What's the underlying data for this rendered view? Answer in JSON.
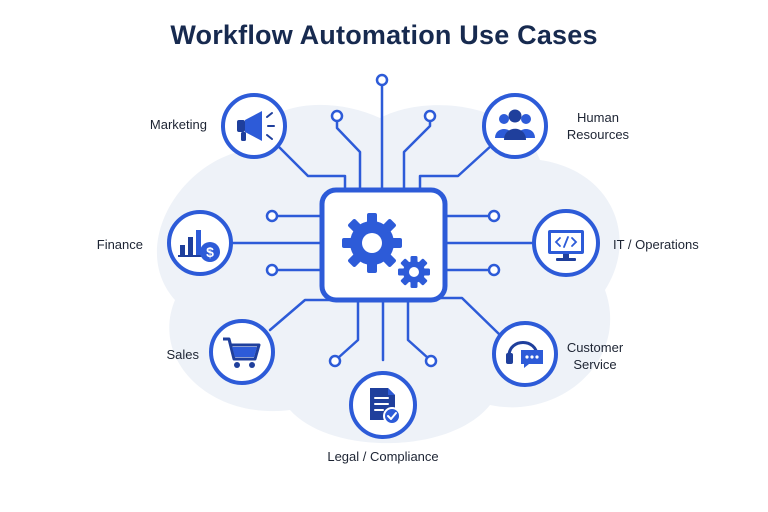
{
  "title": "Workflow Automation Use Cases",
  "colors": {
    "primary": "#2d5bd8",
    "primary_dark": "#1f3f9c",
    "background_blob": "#eef2f8",
    "text": "#1d2433",
    "title": "#172a4f"
  },
  "hub": {
    "icon": "gears-icon"
  },
  "nodes": [
    {
      "id": "marketing",
      "label": "Marketing",
      "icon": "megaphone-icon"
    },
    {
      "id": "human-resources",
      "label": "Human\nResources",
      "icon": "people-group-icon"
    },
    {
      "id": "finance",
      "label": "Finance",
      "icon": "bar-chart-dollar-icon"
    },
    {
      "id": "it-operations",
      "label": "IT / Operations",
      "icon": "monitor-code-icon"
    },
    {
      "id": "sales",
      "label": "Sales",
      "icon": "shopping-cart-icon"
    },
    {
      "id": "customer-service",
      "label": "Customer\nService",
      "icon": "headset-chat-icon"
    },
    {
      "id": "legal-compliance",
      "label": "Legal / Compliance",
      "icon": "document-check-icon"
    }
  ]
}
